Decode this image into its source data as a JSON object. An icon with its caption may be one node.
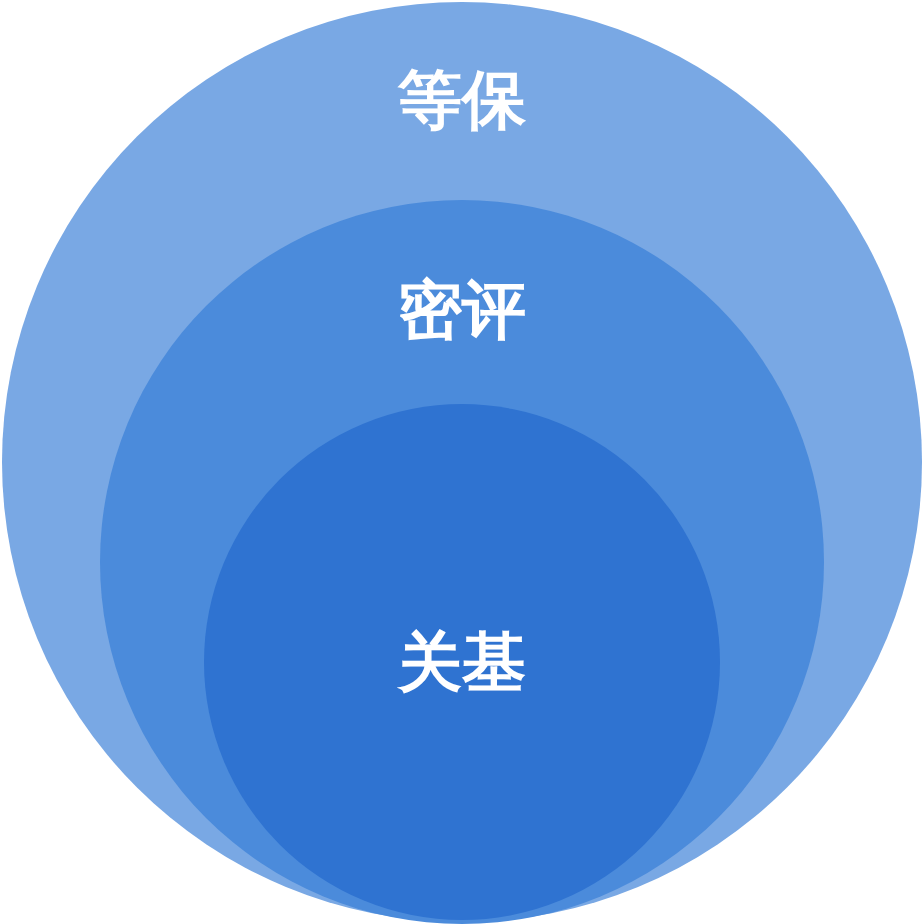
{
  "diagram": {
    "nodes": [
      {
        "text": [
          "等保"
        ]
      },
      {
        "text": [
          "密评"
        ],
        "in": 0
      },
      {
        "text": [
          "关基"
        ],
        "in": 1
      }
    ]
  }
}
